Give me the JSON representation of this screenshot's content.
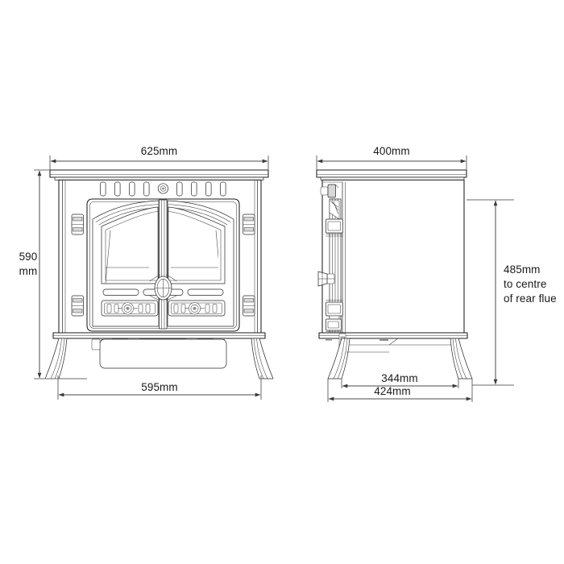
{
  "document": {
    "type": "technical-drawing",
    "subject": "wood burning stove dimensioned drawing",
    "background_color": "#ffffff",
    "line_color": "#1c1c1c",
    "text_color": "#1a1a1a"
  },
  "views": {
    "front": {
      "name": "front-elevation",
      "label": "Front elevation of stove"
    },
    "side": {
      "name": "side-elevation",
      "label": "Side elevation of stove"
    }
  },
  "dimensions": {
    "front_width_top": {
      "value": "625mm",
      "name": "top-plate-width",
      "orientation": "horizontal"
    },
    "front_height": {
      "line1": "590",
      "line2": "mm",
      "name": "overall-height",
      "orientation": "vertical"
    },
    "front_width_bottom": {
      "value": "595mm",
      "name": "body-width",
      "orientation": "horizontal"
    },
    "side_depth_top": {
      "value": "400mm",
      "name": "top-plate-depth",
      "orientation": "horizontal"
    },
    "flue_height": {
      "line1": "485mm",
      "line2": "to centre",
      "line3": "of rear flue",
      "name": "rear-flue-centre-height",
      "orientation": "vertical"
    },
    "side_depth_inner": {
      "value": "344mm",
      "name": "leg-span-depth",
      "orientation": "horizontal"
    },
    "side_depth_outer": {
      "value": "424mm",
      "name": "body-depth",
      "orientation": "horizontal"
    }
  },
  "front_features": {
    "vent_slot_count": 8,
    "top_knob": "flue-blanking-plate",
    "door_count": 2,
    "hinge_count": 4,
    "handle": "oval-door-latch",
    "air_control_count": 2,
    "bar_count": 4,
    "ash_pan": "lower-ash-pan-panel",
    "leg_count": 2
  },
  "side_features": {
    "hardware_column": "door-hinge-and-handle-assembly",
    "handle_knob": "side-door-handle",
    "leg_count": 2
  }
}
